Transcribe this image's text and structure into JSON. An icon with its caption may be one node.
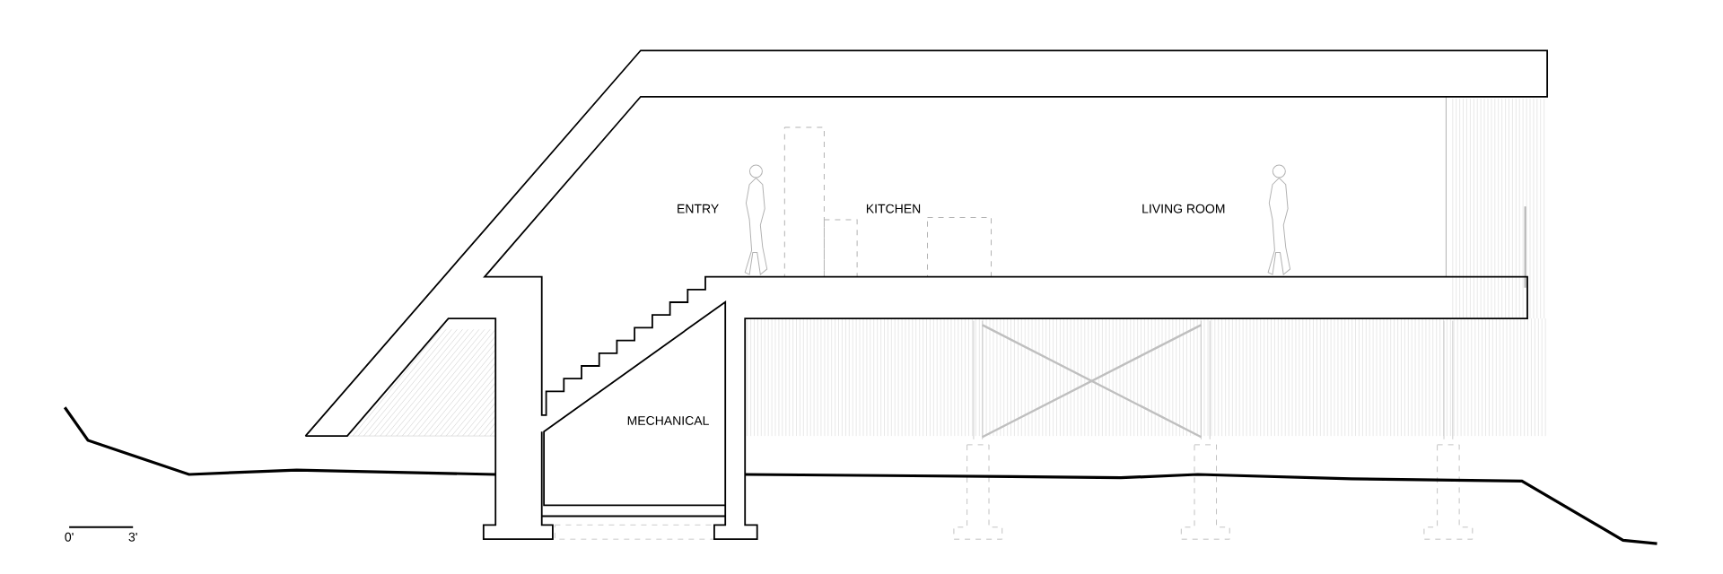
{
  "diagram": {
    "labels": [
      "ENTRY",
      "KITCHEN",
      "LIVING ROOM",
      "MECHANICAL",
      "0'",
      "3'"
    ]
  }
}
